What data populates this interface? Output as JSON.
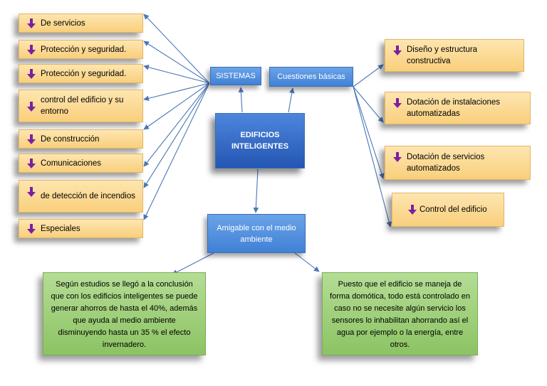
{
  "main_node": {
    "label_line1": "EDIFICIOS",
    "label_line2": "INTELIGENTES"
  },
  "sistemas": {
    "label": "SISTEMAS",
    "items": [
      {
        "text": "De servicios"
      },
      {
        "text": "Protección y seguridad."
      },
      {
        "text": "Protección y seguridad."
      },
      {
        "text": "control del edificio y su entorno"
      },
      {
        "text": "De construcción"
      },
      {
        "text": "Comunicaciones"
      },
      {
        "text": "de detección de incendios"
      },
      {
        "text": "Especiales"
      }
    ]
  },
  "cuestiones_basicas": {
    "label": "Cuestiones básicas",
    "items": [
      {
        "text": "Diseño y estructura constructiva"
      },
      {
        "text": "Dotación de instalaciones automatizadas"
      },
      {
        "text": "Dotación de servicios automatizados"
      },
      {
        "text": "Control del edificio"
      }
    ]
  },
  "amigable": {
    "label": "Amigable con el medio ambiente",
    "notes": [
      {
        "text": "Según estudios se llegó a la conclusión que con los edificios inteligentes se puede generar ahorros de hasta el 40%, además que ayuda al medio ambiente disminuyendo hasta un 35 % el efecto invernadero."
      },
      {
        "text": "Puesto que el edificio se maneja de forma domótica, todo está controlado en caso no se necesite algún servicio los sensores lo inhabilitan ahorrando así el agua por ejemplo o la energía, entre otros."
      }
    ]
  },
  "colors": {
    "connector": "#4a76b8",
    "blue_box": "#4a86d8",
    "orange_box": "#fbd78f",
    "green_box": "#a5d27f",
    "bullet": "#7b1fa2"
  }
}
